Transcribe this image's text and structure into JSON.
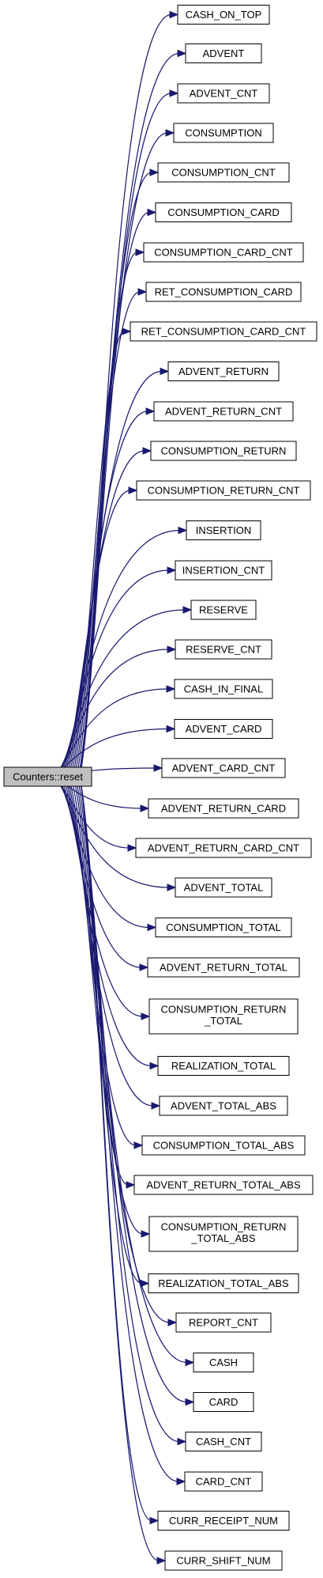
{
  "diagram": {
    "edge_color": "#191970",
    "root": {
      "label": "Counters::reset",
      "fill": "#bfbfbf"
    },
    "callees": [
      {
        "lines": [
          "CASH_ON_TOP"
        ]
      },
      {
        "lines": [
          "ADVENT"
        ]
      },
      {
        "lines": [
          "ADVENT_CNT"
        ]
      },
      {
        "lines": [
          "CONSUMPTION"
        ]
      },
      {
        "lines": [
          "CONSUMPTION_CNT"
        ]
      },
      {
        "lines": [
          "CONSUMPTION_CARD"
        ]
      },
      {
        "lines": [
          "CONSUMPTION_CARD_CNT"
        ]
      },
      {
        "lines": [
          "RET_CONSUMPTION_CARD"
        ]
      },
      {
        "lines": [
          "RET_CONSUMPTION_CARD_CNT"
        ]
      },
      {
        "lines": [
          "ADVENT_RETURN"
        ]
      },
      {
        "lines": [
          "ADVENT_RETURN_CNT"
        ]
      },
      {
        "lines": [
          "CONSUMPTION_RETURN"
        ]
      },
      {
        "lines": [
          "CONSUMPTION_RETURN_CNT"
        ]
      },
      {
        "lines": [
          "INSERTION"
        ]
      },
      {
        "lines": [
          "INSERTION_CNT"
        ]
      },
      {
        "lines": [
          "RESERVE"
        ]
      },
      {
        "lines": [
          "RESERVE_CNT"
        ]
      },
      {
        "lines": [
          "CASH_IN_FINAL"
        ]
      },
      {
        "lines": [
          "ADVENT_CARD"
        ]
      },
      {
        "lines": [
          "ADVENT_CARD_CNT"
        ]
      },
      {
        "lines": [
          "ADVENT_RETURN_CARD"
        ]
      },
      {
        "lines": [
          "ADVENT_RETURN_CARD_CNT"
        ]
      },
      {
        "lines": [
          "ADVENT_TOTAL"
        ]
      },
      {
        "lines": [
          "CONSUMPTION_TOTAL"
        ]
      },
      {
        "lines": [
          "ADVENT_RETURN_TOTAL"
        ]
      },
      {
        "lines": [
          "CONSUMPTION_RETURN",
          "_TOTAL"
        ]
      },
      {
        "lines": [
          "REALIZATION_TOTAL"
        ]
      },
      {
        "lines": [
          "ADVENT_TOTAL_ABS"
        ]
      },
      {
        "lines": [
          "CONSUMPTION_TOTAL_ABS"
        ]
      },
      {
        "lines": [
          "ADVENT_RETURN_TOTAL_ABS"
        ]
      },
      {
        "lines": [
          "CONSUMPTION_RETURN",
          "_TOTAL_ABS"
        ]
      },
      {
        "lines": [
          "REALIZATION_TOTAL_ABS"
        ]
      },
      {
        "lines": [
          "REPORT_CNT"
        ]
      },
      {
        "lines": [
          "CASH"
        ]
      },
      {
        "lines": [
          "CARD"
        ]
      },
      {
        "lines": [
          "CASH_CNT"
        ]
      },
      {
        "lines": [
          "CARD_CNT"
        ]
      },
      {
        "lines": [
          "CURR_RECEIPT_NUM"
        ]
      },
      {
        "lines": [
          "CURR_SHIFT_NUM"
        ]
      }
    ]
  }
}
